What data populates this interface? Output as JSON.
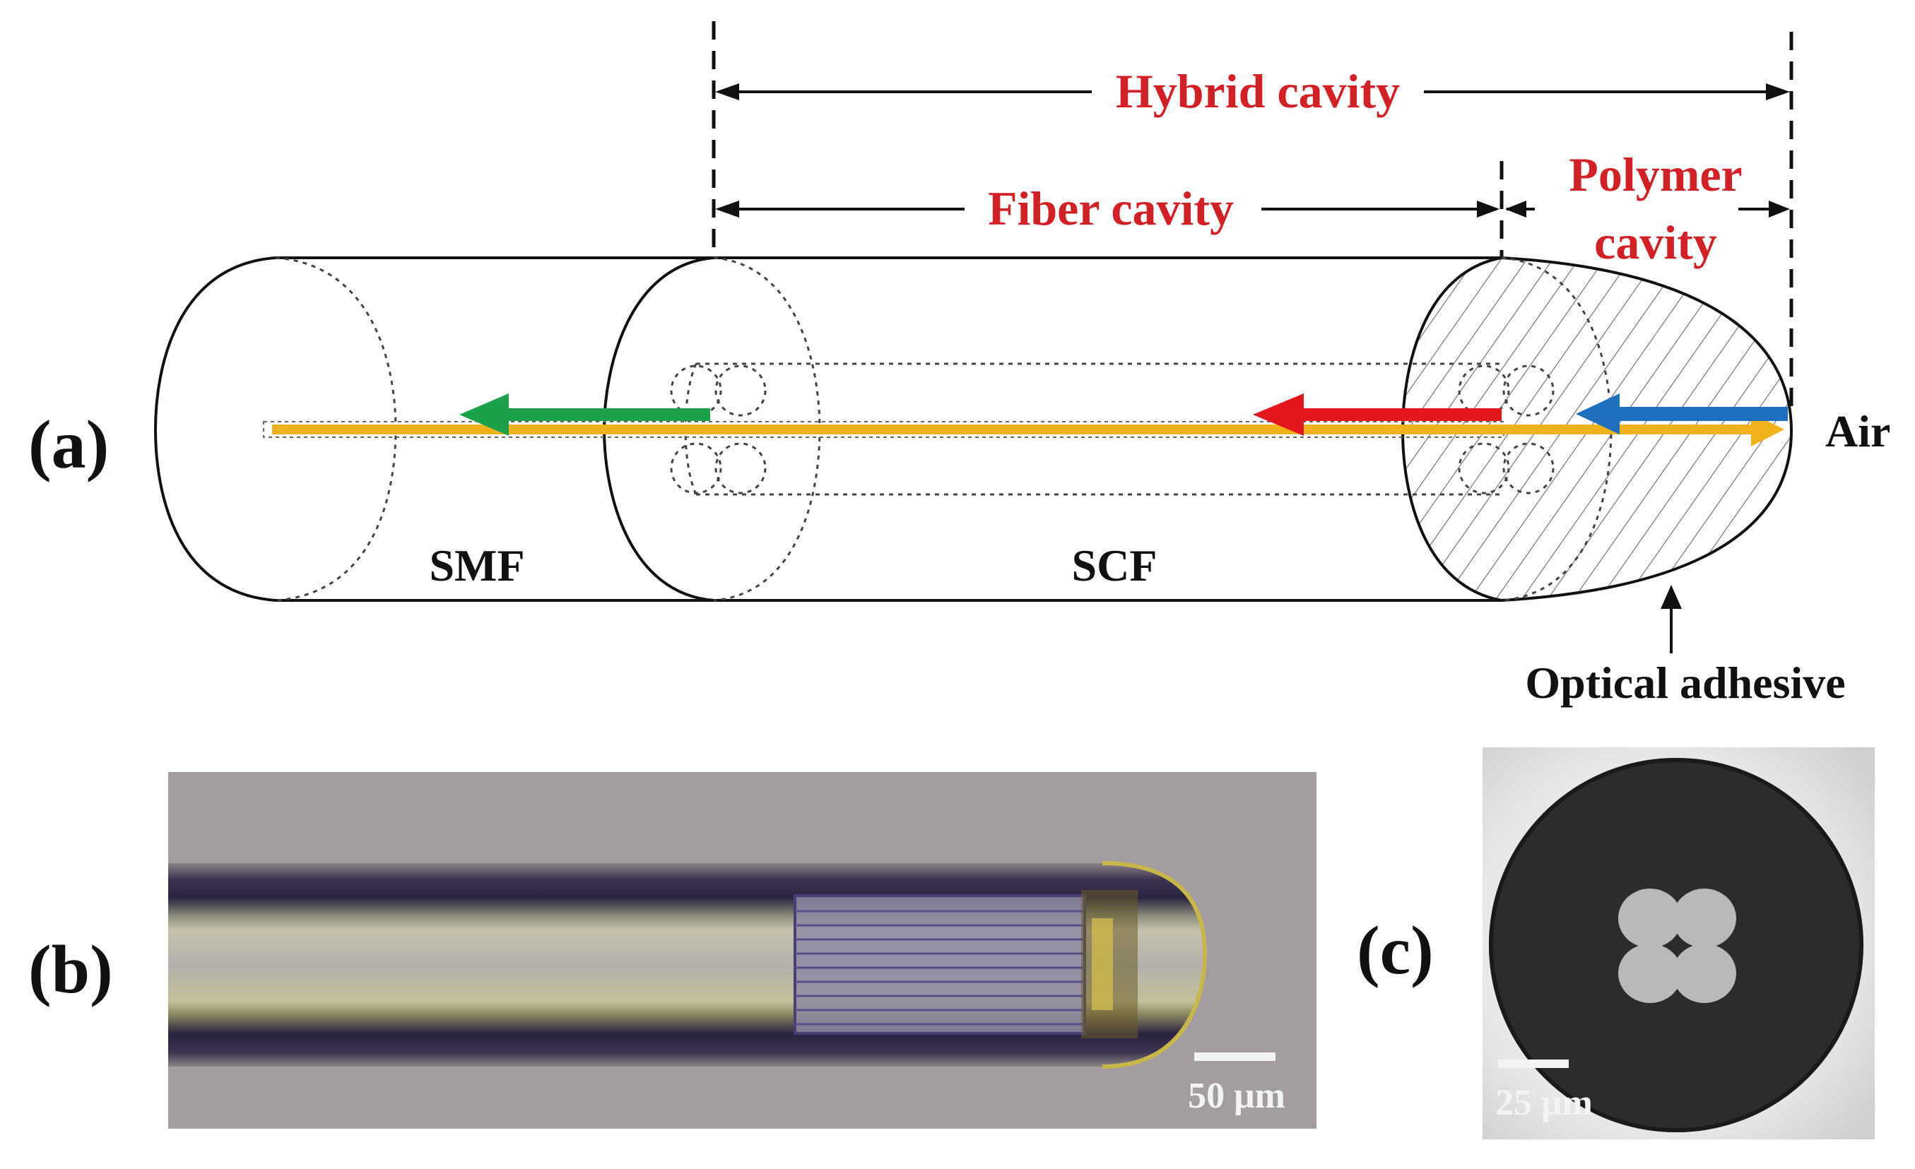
{
  "labels": {
    "panel_a": "(a)",
    "panel_b": "(b)",
    "panel_c": "(c)",
    "hybrid_cavity": "Hybrid cavity",
    "fiber_cavity": "Fiber cavity",
    "polymer_cavity_line1": "Polymer",
    "polymer_cavity_line2": "cavity",
    "air": "Air",
    "smf": "SMF",
    "scf": "SCF",
    "optical_adhesive": "Optical adhesive",
    "scale_b": "50 μm",
    "scale_c": "25 μm"
  },
  "colors": {
    "cavity_label": "#d31f26",
    "beam_input": "#f2b21b",
    "reflection_1": "#1aa14a",
    "reflection_2": "#e3161e",
    "reflection_3": "#1f6fbf"
  }
}
